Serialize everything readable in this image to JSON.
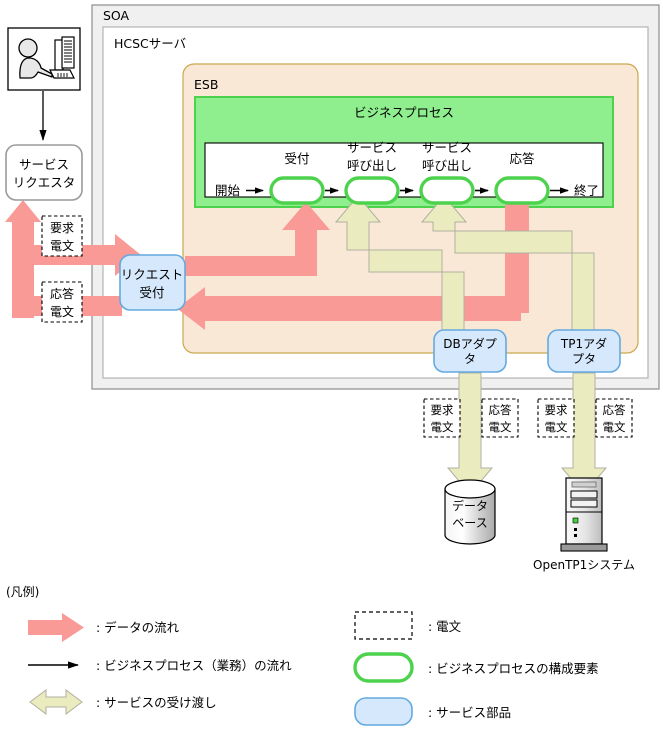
{
  "diagram": {
    "containers": {
      "soa": "SOA",
      "hcsc": "HCSCサーバ",
      "esb": "ESB",
      "business_process": "ビジネスプロセス"
    },
    "actor": {
      "icon": "user-at-computer-icon",
      "requester": "サービス\nリクエスタ",
      "requester_line1": "サービス",
      "requester_line2": "リクエスタ"
    },
    "process_flow": {
      "start": "開始",
      "end": "終了",
      "nodes": [
        {
          "label_line1": "受付",
          "label_line2": ""
        },
        {
          "label_line1": "サービス",
          "label_line2": "呼び出し"
        },
        {
          "label_line1": "サービス",
          "label_line2": "呼び出し"
        },
        {
          "label_line1": "応答",
          "label_line2": ""
        }
      ]
    },
    "service_parts": {
      "request_receiver_line1": "リクエスト",
      "request_receiver_line2": "受付",
      "db_adapter_line1": "DBアダプ",
      "db_adapter_line2": "タ",
      "tp1_adapter_line1": "TP1アダ",
      "tp1_adapter_line2": "プタ"
    },
    "messages": {
      "request_line1": "要求",
      "request_line2": "電文",
      "response_line1": "応答",
      "response_line2": "電文"
    },
    "backends": {
      "database_line1": "データ",
      "database_line2": "ベース",
      "opentp1_label": "OpenTP1システム"
    }
  },
  "legend": {
    "title": "(凡例)",
    "left_items": [
      {
        "icon": "pink-block-arrow-icon",
        "text": ": データの流れ"
      },
      {
        "icon": "thin-line-arrow-icon",
        "text": ": ビジネスプロセス（業務）の流れ"
      },
      {
        "icon": "yellow-double-arrow-icon",
        "text": ": サービスの受け渡し"
      }
    ],
    "right_items": [
      {
        "icon": "dashed-rect-icon",
        "text": ": 電文"
      },
      {
        "icon": "green-rounded-rect-icon",
        "text": ": ビジネスプロセスの構成要素"
      },
      {
        "icon": "blue-rounded-rect-icon",
        "text": ": サービス部品"
      }
    ]
  },
  "colors": {
    "pink": "#f99a96",
    "yellow": "#ebebc0",
    "yellow_border": "#b0b0a0",
    "green": "#8fef8f",
    "green_border": "#4dd24d",
    "peach": "#fae8d7",
    "peach_border": "#c9a84e",
    "blue_fill": "#d6e8fb",
    "blue_border": "#64a9e0",
    "gray_border": "#9a9a9a",
    "outer_fill": "#f0f0f0"
  }
}
